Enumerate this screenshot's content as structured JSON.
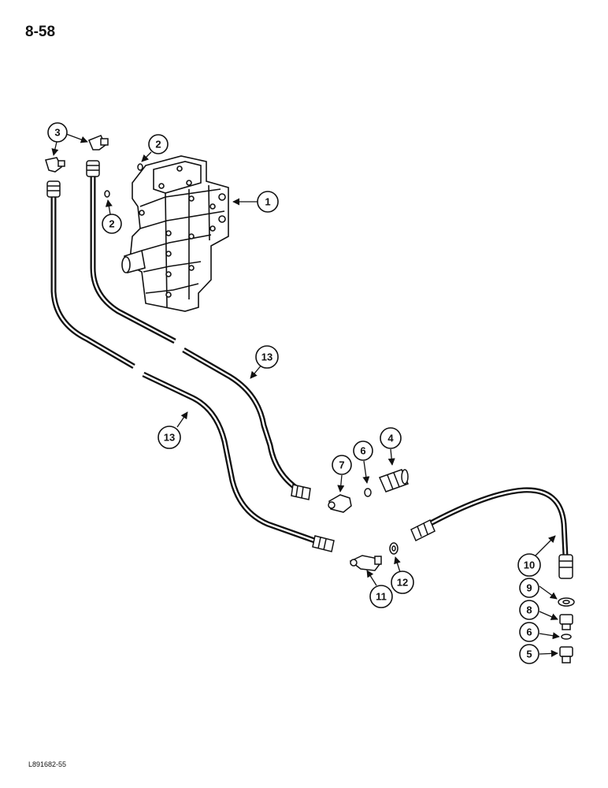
{
  "page_number": "8-58",
  "figure_ref": "L891682-55",
  "callouts": {
    "c1": "1",
    "c2a": "2",
    "c2b": "2",
    "c3": "3",
    "c4": "4",
    "c5": "5",
    "c6a": "6",
    "c6b": "6",
    "c7": "7",
    "c8": "8",
    "c9": "9",
    "c10": "10",
    "c11": "11",
    "c12": "12",
    "c13a": "13",
    "c13b": "13"
  }
}
